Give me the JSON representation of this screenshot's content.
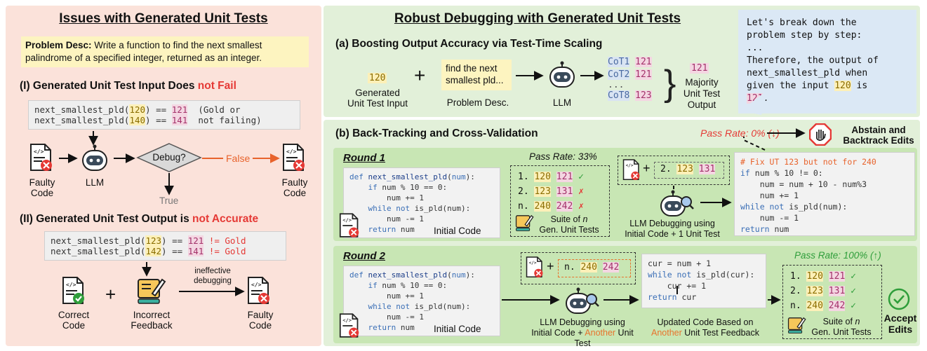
{
  "left": {
    "title": "Issues with Generated Unit Tests",
    "problem_label": "Problem Desc:",
    "problem_text": " Write a function to find the next smallest palindrome of a specified integer, returned as an integer.",
    "sec1_prefix": "(I) Generated Unit Test Input Does ",
    "sec1_highlight": "not Fail",
    "code1_line1_fn": "next_smallest_pld(",
    "code1_line1_arg": "120",
    "code1_line1_eq": ") == ",
    "code1_line1_out": "121",
    "code1_line1_note": "  (Gold or",
    "code1_line2_fn": "next_smallest_pld(",
    "code1_line2_arg": "140",
    "code1_line2_eq": ") == ",
    "code1_line2_out": "141",
    "code1_line2_note": "  not failing)",
    "faulty_code": "Faulty\nCode",
    "llm": "LLM",
    "debug": "Debug?",
    "false_label": "False",
    "true_label": "True",
    "faulty_code_out": "Faulty\nCode",
    "sec2_prefix": "(II) Generated Unit Test Output is ",
    "sec2_highlight": "not Accurate",
    "code2_line1_fn": "next_smallest_pld(",
    "code2_line1_arg": "123",
    "code2_line1_eq": ") == ",
    "code2_line1_out": "121",
    "code2_line1_note": " != Gold",
    "code2_line2_fn": "next_smallest_pld(",
    "code2_line2_arg": "142",
    "code2_line2_eq": ") == ",
    "code2_line2_out": "141",
    "code2_line2_note": " != Gold",
    "correct_code": "Correct\nCode",
    "plus": "+",
    "incorrect_feedback": "Incorrect\nFeedback",
    "ineffective": "ineffective\ndebugging",
    "faulty_code_end": "Faulty\nCode"
  },
  "right": {
    "title": "Robust Debugging with Generated Unit Tests",
    "a_title": "(a) Boosting Output Accuracy via Test-Time Scaling",
    "a_input_val": "120",
    "a_input_label": "Generated\nUnit Test Input",
    "a_plus": "+",
    "a_problem_box": "find the next\nsmallest pld...",
    "a_problem_label": "Problem Desc.",
    "a_llm": "LLM",
    "cot": [
      {
        "name": "CoT1",
        "val": "121"
      },
      {
        "name": "CoT2",
        "val": "121"
      },
      {
        "name": "CoT8",
        "val": "123"
      }
    ],
    "cot_dots": "...",
    "majority_val": "121",
    "majority_label": "Majority\nUnit Test\nOutput",
    "bubble_l1": "Let's break down the",
    "bubble_l2": "problem step by step:",
    "bubble_l3": "...",
    "bubble_l4": "Therefore, the output of",
    "bubble_l5": "next_smallest_pld when",
    "bubble_l6a": "given the input ",
    "bubble_l6b": "120",
    "bubble_l6c": " is",
    "bubble_l7": "121",
    "bubble_l7b": ".",
    "b_title": "(b) Back-Tracking and Cross-Validation",
    "pass0": "Pass Rate: 0% (↓)",
    "abstain": "Abstain and\nBacktrack Edits",
    "round1": "Round 1",
    "round2": "Round 2",
    "pass33": "Pass Rate: 33%",
    "pass100": "Pass Rate: 100% (↑)",
    "suite1": [
      {
        "idx": "1.",
        "in": "120",
        "out": "121",
        "mark": "✓"
      },
      {
        "idx": "2.",
        "in": "123",
        "out": "131",
        "mark": "✗"
      },
      {
        "idx": "n.",
        "in": "240",
        "out": "242",
        "mark": "✗"
      }
    ],
    "suite2": [
      {
        "idx": "1.",
        "in": "120",
        "out": "121",
        "mark": "✓"
      },
      {
        "idx": "2.",
        "in": "123",
        "out": "131",
        "mark": "✓"
      },
      {
        "idx": "n.",
        "in": "240",
        "out": "242",
        "mark": "✓"
      }
    ],
    "suite_label_a": "Suite of ",
    "suite_label_n": "n",
    "suite_label_b": "Gen. Unit Tests",
    "initial_code": "Initial Code",
    "sel1": {
      "idx": "2.",
      "in": "123",
      "out": "131"
    },
    "sel2": {
      "idx": "n.",
      "in": "240",
      "out": "242"
    },
    "llm_debug1": "LLM Debugging using\nInitial Code + 1 Unit Test",
    "llm_debug2_a": "LLM Debugging using",
    "llm_debug2_b": "Initial Code + ",
    "llm_debug2_c": "Another",
    "llm_debug2_d": " Unit Test",
    "updated_a": "Updated Code Based on",
    "updated_b": "Another",
    "updated_c": " Unit Test Feedback",
    "fix_comment": "# Fix UT 123 but not for 240",
    "accept": "Accept\nEdits"
  },
  "colors": {
    "left_panel": "#fbe2da",
    "right_panel": "#e2f0d9",
    "round_box": "#c8e6b4",
    "highlight_red": "#e53935",
    "orange": "#e8732c",
    "green": "#2e9d3a"
  }
}
